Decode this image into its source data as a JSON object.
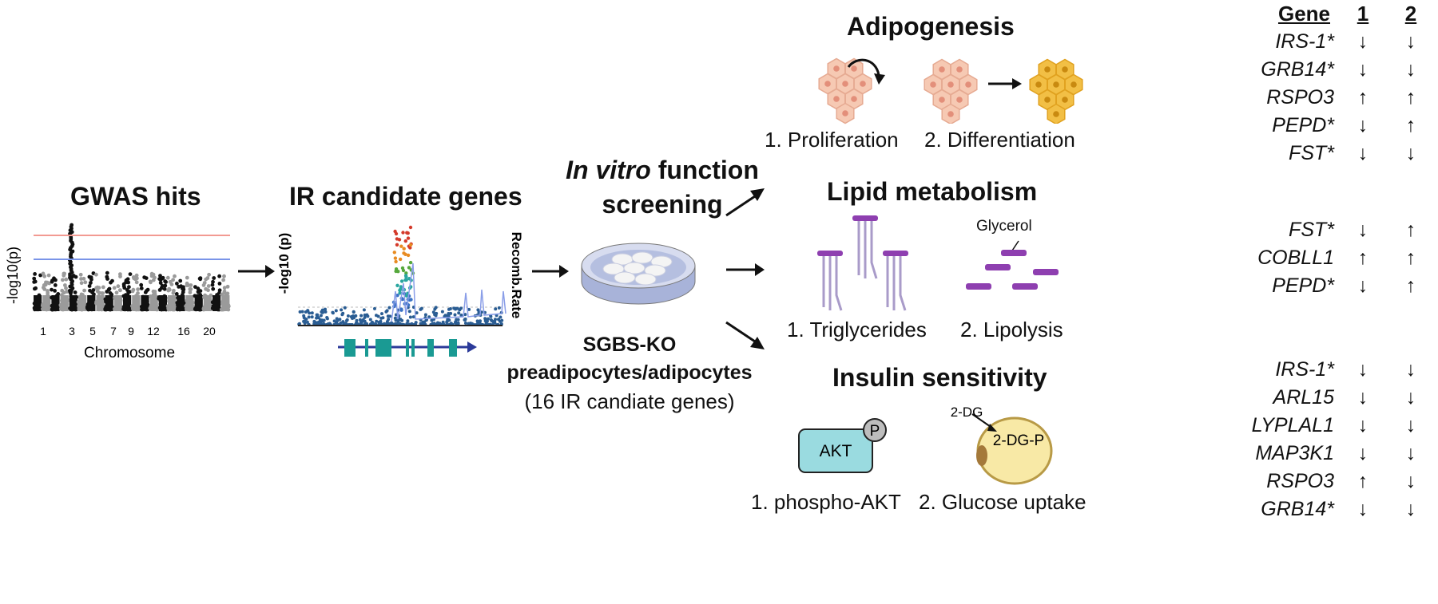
{
  "gwas": {
    "title": "GWAS hits",
    "ylabel": "-log10(p)",
    "xlabel": "Chromosome",
    "ticks": [
      "1",
      "3",
      "5",
      "7",
      "9",
      "12",
      "16",
      "20"
    ]
  },
  "ir": {
    "title": "IR candidate genes",
    "ylabel": "-log10 (p)",
    "right_label": "Recomb.Rate"
  },
  "screen": {
    "title_italic": "In vitro",
    "title_rest": " function",
    "title_line2": "screening",
    "cap1": "SGBS-KO",
    "cap2": "preadipocytes/adipocytes",
    "cap3": "(16 IR candiate genes)"
  },
  "adipo": {
    "title": "Adipogenesis",
    "cap1": "1. Proliferation",
    "cap2": "2. Differentiation"
  },
  "lipid": {
    "title": "Lipid metabolism",
    "glycerol": "Glycerol",
    "cap1": "1. Triglycerides",
    "cap2": "2. Lipolysis"
  },
  "insulin": {
    "title": "Insulin sensitivity",
    "akt": "AKT",
    "p": "P",
    "dg": "2-DG",
    "dgp": "2-DG-P",
    "cap1": "1. phospho-AKT",
    "cap2": "2. Glucose uptake"
  },
  "table": {
    "header": {
      "gene": "Gene",
      "c1": "1",
      "c2": "2"
    },
    "adipo_rows": [
      {
        "gene": "IRS-1*",
        "a1": "↓",
        "a2": "↓"
      },
      {
        "gene": "GRB14*",
        "a1": "↓",
        "a2": "↓"
      },
      {
        "gene": "RSPO3",
        "a1": "↑",
        "a2": "↑"
      },
      {
        "gene": "PEPD*",
        "a1": "↓",
        "a2": "↑"
      },
      {
        "gene": "FST*",
        "a1": "↓",
        "a2": "↓"
      }
    ],
    "lipid_rows": [
      {
        "gene": "FST*",
        "a1": "↓",
        "a2": "↑"
      },
      {
        "gene": "COBLL1",
        "a1": "↑",
        "a2": "↑"
      },
      {
        "gene": "PEPD*",
        "a1": "↓",
        "a2": "↑"
      }
    ],
    "insulin_rows": [
      {
        "gene": "IRS-1*",
        "a1": "↓",
        "a2": "↓"
      },
      {
        "gene": "ARL15",
        "a1": "↓",
        "a2": "↓"
      },
      {
        "gene": "LYPLAL1",
        "a1": "↓",
        "a2": "↓"
      },
      {
        "gene": "MAP3K1",
        "a1": "↓",
        "a2": "↓"
      },
      {
        "gene": "RSPO3",
        "a1": "↑",
        "a2": "↓"
      },
      {
        "gene": "GRB14*",
        "a1": "↓",
        "a2": "↓"
      }
    ]
  },
  "colors": {
    "teal": "#1a9a93",
    "navy": "#2b3a99",
    "purple": "#8e3fb0",
    "lavender": "#a99bc9",
    "cell": "#f6c9b3",
    "fat": "#f2bf45",
    "akt": "#9adbe0",
    "glucose": "#f8e9a6"
  }
}
